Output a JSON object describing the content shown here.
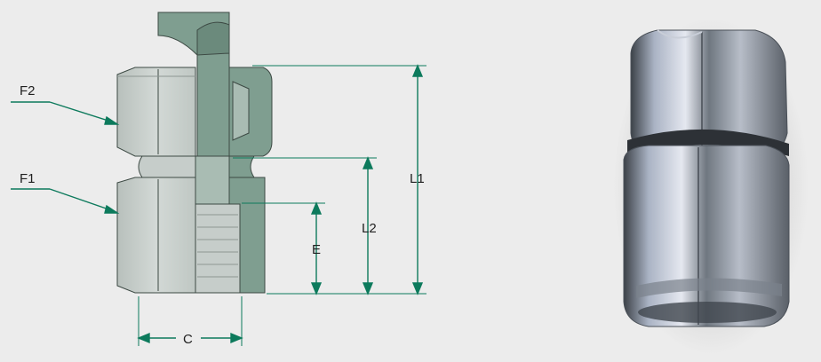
{
  "diagram": {
    "labels": {
      "f2": "F2",
      "f1": "F1",
      "c": "C",
      "e": "E",
      "l2": "L2",
      "l1": "L1"
    },
    "colors": {
      "background": "#ececec",
      "section": "#7f9e90",
      "section_dark": "#6b8a7c",
      "body_grey": "#c6cdca",
      "body_grey_dark": "#a9b2ae",
      "dimension_line": "#0d7a5c",
      "outline": "#3d4a44"
    }
  },
  "photo": {
    "icon": "hex-fitting-photo"
  }
}
